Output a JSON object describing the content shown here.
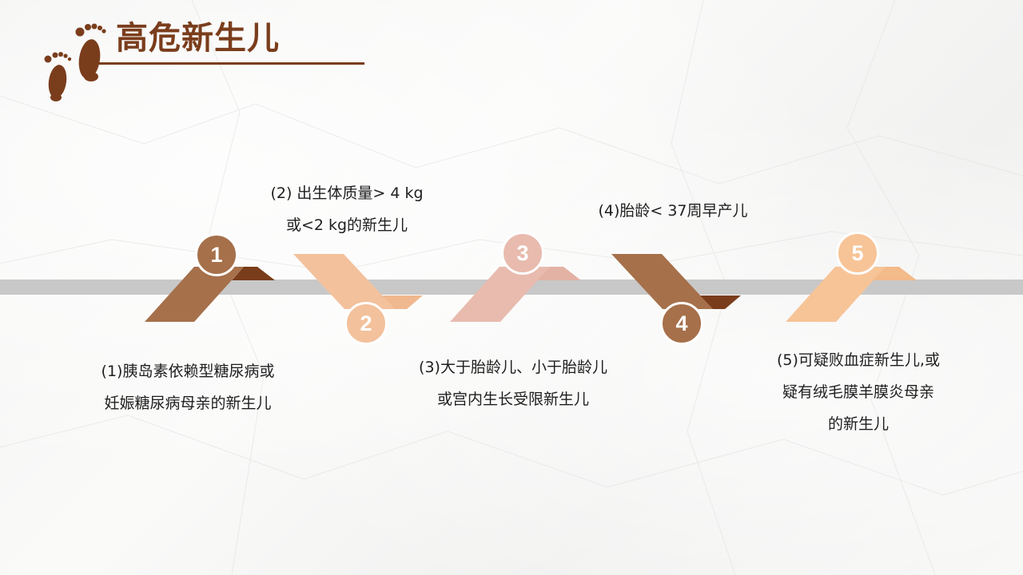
{
  "header": {
    "title": "高危新生儿"
  },
  "colors": {
    "title": "#7a3d1c",
    "step_1": "#a6704a",
    "step_2": "#f3c19c",
    "step_3": "#e8bbae",
    "step_4": "#a6704a",
    "step_5": "#f7c497",
    "timeline": "#c8c8c8"
  },
  "steps": [
    {
      "number": "1",
      "lines": [
        "(1)胰岛素依赖型糖尿病或",
        "妊娠糖尿病母亲的新生儿"
      ]
    },
    {
      "number": "2",
      "lines": [
        "(2) 出生体质量> 4 kg",
        "或<2 kg的新生儿"
      ]
    },
    {
      "number": "3",
      "lines": [
        "(3)大于胎龄儿、小于胎龄儿",
        "或宫内生长受限新生儿"
      ]
    },
    {
      "number": "4",
      "lines": [
        "(4)胎龄< 37周早产儿"
      ]
    },
    {
      "number": "5",
      "lines": [
        "(5)可疑败血症新生儿,或",
        "疑有绒毛膜羊膜炎母亲",
        "的新生儿"
      ]
    }
  ]
}
